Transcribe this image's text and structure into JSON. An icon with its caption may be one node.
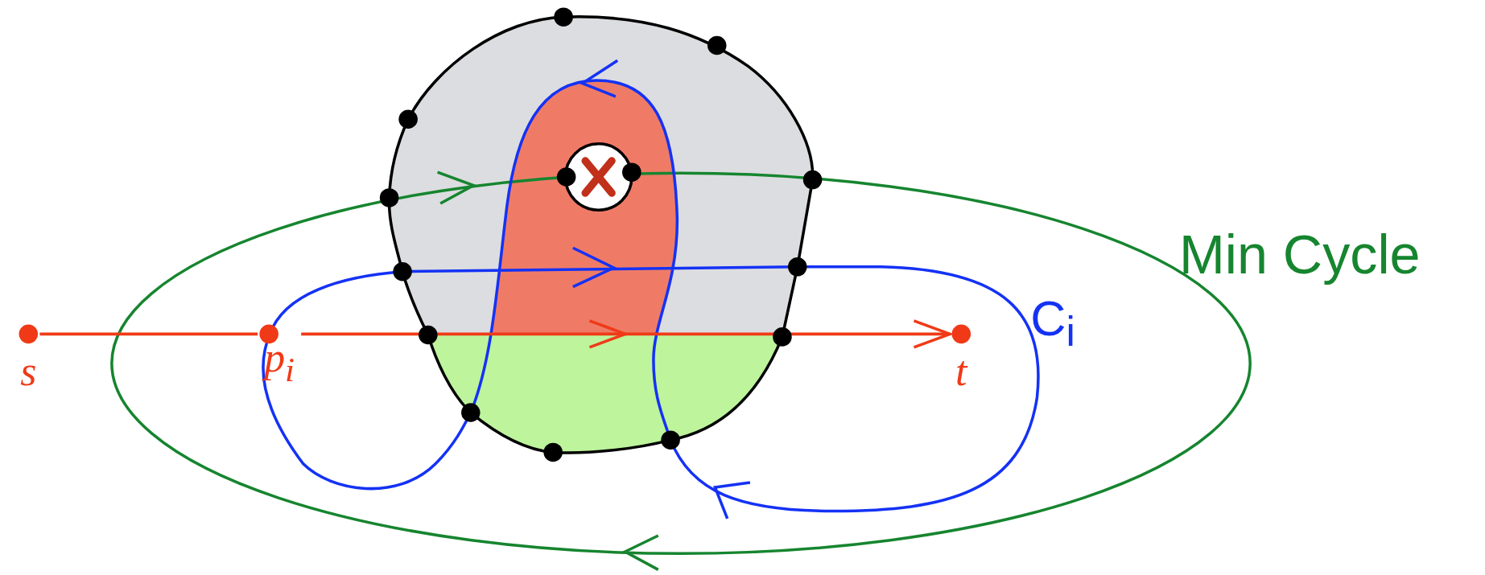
{
  "diagram": {
    "nodes": [
      {
        "text": [
          "s"
        ]
      },
      {
        "text": [
          "p$_{i}$"
        ]
      },
      {
        "text": [
          "t"
        ]
      }
    ],
    "edges": [
      {
        "from": 0,
        "to": 1,
        "arrow": "none"
      },
      {
        "from": 1,
        "to": 2,
        "arrow": "to"
      }
    ],
    "labels": [
      "C$_{i}$",
      "Min Cycle"
    ]
  }
}
